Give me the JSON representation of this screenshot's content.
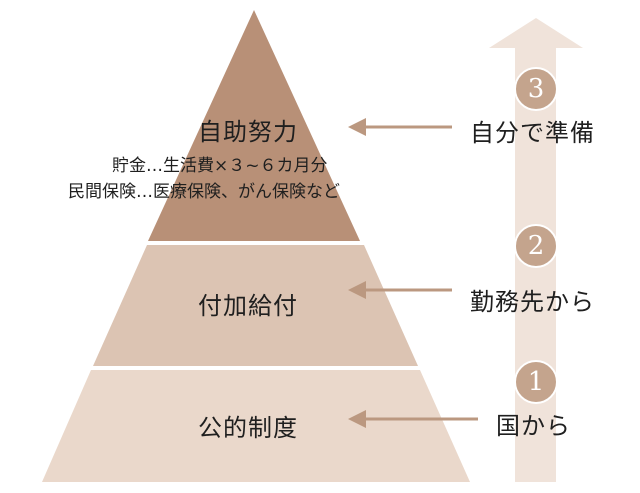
{
  "colors": {
    "tier_top": "#b89077",
    "tier_middle": "#dcc4b3",
    "tier_bottom": "#ead8cb",
    "arrow": "#bb9880",
    "up_arrow": "#f0e3da",
    "circle": "#c4a48d"
  },
  "tiers": [
    {
      "title": "自助努力",
      "notes": [
        "貯金…生活費×３~６カ月分",
        "民間保険…医療保険、がん保険など"
      ],
      "source": "自分で準備",
      "step": "3"
    },
    {
      "title": "付加給付",
      "source": "勤務先から",
      "step": "2"
    },
    {
      "title": "公的制度",
      "source": "国から",
      "step": "1"
    }
  ]
}
